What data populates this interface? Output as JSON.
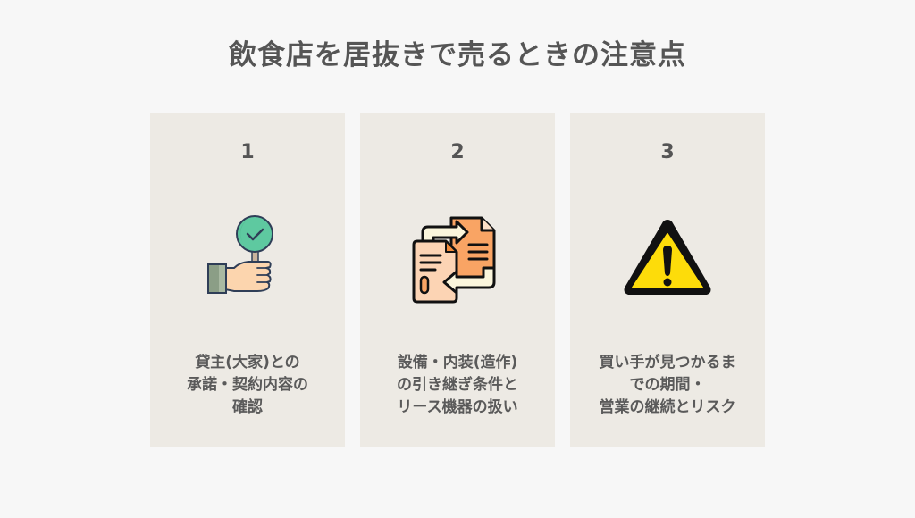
{
  "title": "飲食店を居抜きで売るときの注意点",
  "colors": {
    "background": "#f7f7f7",
    "card_background": "#edeae4",
    "text": "#555555"
  },
  "cards": [
    {
      "number": "1",
      "icon": "hand-holding-check-sign-icon",
      "lines": [
        "貸主(大家)との",
        "承諾・契約内容の",
        "確認"
      ]
    },
    {
      "number": "2",
      "icon": "document-transfer-icon",
      "lines": [
        "設備・内装(造作)",
        "の引き継ぎ条件と",
        "リース機器の扱い"
      ]
    },
    {
      "number": "3",
      "icon": "warning-triangle-icon",
      "lines": [
        "買い手が見つかるま",
        "での期間・",
        "営業の継続とリスク"
      ]
    }
  ]
}
